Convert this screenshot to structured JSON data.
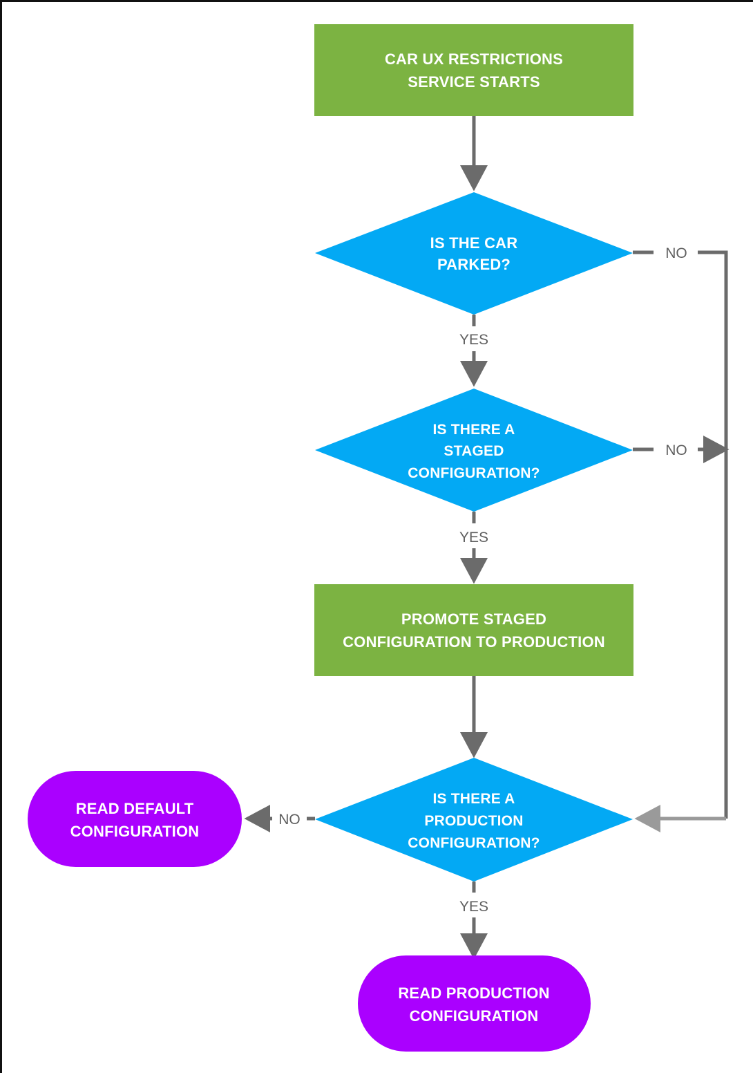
{
  "diagram": {
    "title": "Car UX Restrictions configuration flowchart",
    "colors": {
      "start_process": "#7cb342",
      "decision": "#03a9f4",
      "terminal": "#aa00ff",
      "edge": "#6b6b6b",
      "edge_light": "#9a9a9a",
      "label_text": "#5f5f5f",
      "node_text": "#ffffff",
      "frame": "#111111",
      "background": "#ffffff"
    },
    "nodes": [
      {
        "id": "start",
        "type": "process",
        "shape": "rectangle",
        "color": "#7cb342",
        "lines": [
          "CAR UX RESTRICTIONS",
          "SERVICE STARTS"
        ]
      },
      {
        "id": "is-car-parked",
        "type": "decision",
        "shape": "diamond",
        "color": "#03a9f4",
        "lines": [
          "IS THE CAR",
          "PARKED?"
        ]
      },
      {
        "id": "is-staged-config",
        "type": "decision",
        "shape": "diamond",
        "color": "#03a9f4",
        "lines": [
          "IS THERE A",
          "STAGED",
          "CONFIGURATION?"
        ]
      },
      {
        "id": "promote-staged",
        "type": "process",
        "shape": "rectangle",
        "color": "#7cb342",
        "lines": [
          "PROMOTE STAGED",
          "CONFIGURATION TO PRODUCTION"
        ]
      },
      {
        "id": "is-production-config",
        "type": "decision",
        "shape": "diamond",
        "color": "#03a9f4",
        "lines": [
          "IS THERE A",
          "PRODUCTION",
          "CONFIGURATION?"
        ]
      },
      {
        "id": "read-default",
        "type": "terminal",
        "shape": "stadium",
        "color": "#aa00ff",
        "lines": [
          "READ DEFAULT",
          "CONFIGURATION"
        ]
      },
      {
        "id": "read-production",
        "type": "terminal",
        "shape": "stadium",
        "color": "#aa00ff",
        "lines": [
          "READ PRODUCTION",
          "CONFIGURATION"
        ]
      }
    ],
    "edges": [
      {
        "id": "e1",
        "from": "start",
        "to": "is-car-parked",
        "label": ""
      },
      {
        "id": "e2",
        "from": "is-car-parked",
        "to": "is-staged-config",
        "label": "YES"
      },
      {
        "id": "e3",
        "from": "is-car-parked",
        "to": "is-production-config",
        "label": "NO"
      },
      {
        "id": "e4",
        "from": "is-staged-config",
        "to": "promote-staged",
        "label": "YES"
      },
      {
        "id": "e5",
        "from": "is-staged-config",
        "to": "is-production-config",
        "label": "NO"
      },
      {
        "id": "e6",
        "from": "promote-staged",
        "to": "is-production-config",
        "label": ""
      },
      {
        "id": "e7",
        "from": "is-production-config",
        "to": "read-default",
        "label": "NO"
      },
      {
        "id": "e8",
        "from": "is-production-config",
        "to": "read-production",
        "label": "YES"
      }
    ],
    "labels": {
      "yes": "YES",
      "no": "NO"
    },
    "text": {
      "start_l1": "CAR UX RESTRICTIONS",
      "start_l2": "SERVICE STARTS",
      "parked_l1": "IS THE CAR",
      "parked_l2": "PARKED?",
      "staged_l1": "IS THERE A",
      "staged_l2": "STAGED",
      "staged_l3": "CONFIGURATION?",
      "promote_l1": "PROMOTE STAGED",
      "promote_l2": "CONFIGURATION TO PRODUCTION",
      "production_l1": "IS THERE A",
      "production_l2": "PRODUCTION",
      "production_l3": "CONFIGURATION?",
      "default_l1": "READ DEFAULT",
      "default_l2": "CONFIGURATION",
      "readprod_l1": "READ PRODUCTION",
      "readprod_l2": "CONFIGURATION",
      "yes_parked": "YES",
      "no_parked": "NO",
      "yes_staged": "YES",
      "no_staged": "NO",
      "yes_production": "YES",
      "no_production": "NO"
    }
  }
}
